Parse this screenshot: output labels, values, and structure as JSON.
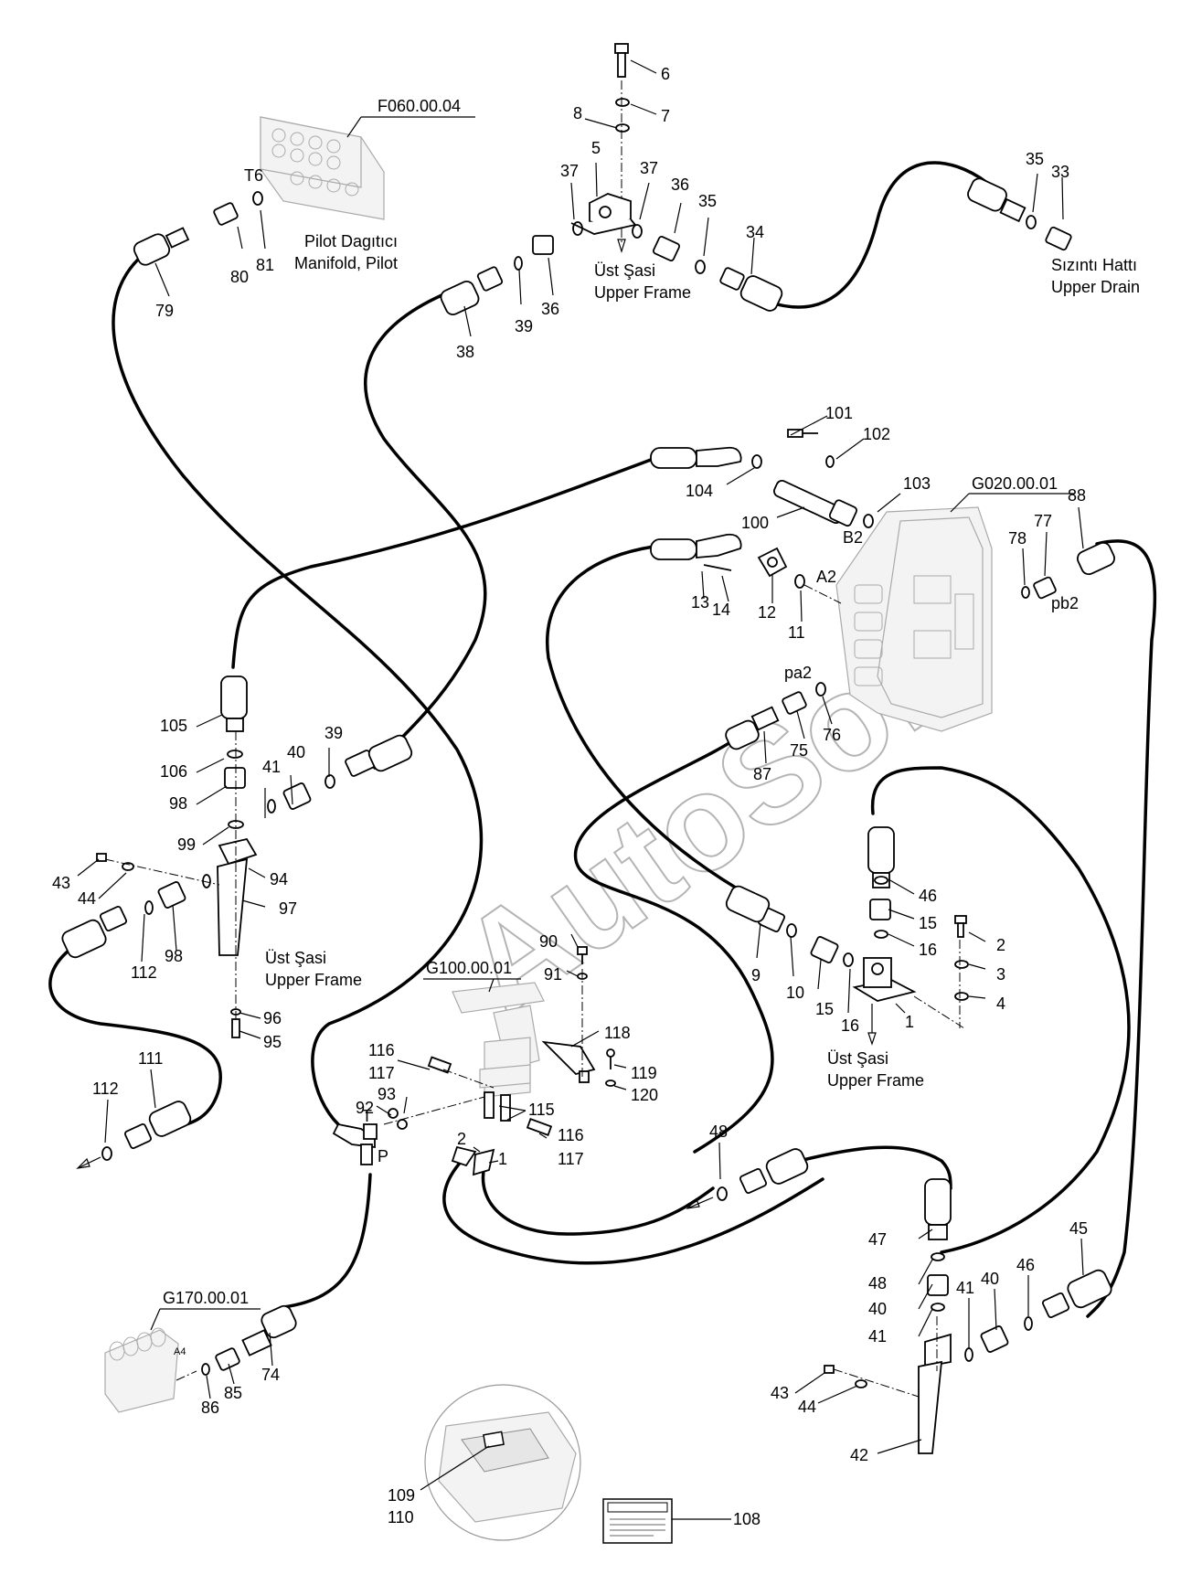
{
  "group_refs": {
    "pilot_manifold": "F060.00.04",
    "control_valve": "G020.00.01",
    "pedal_valve": "G100.00.01",
    "solenoid_block": "G170.00.01"
  },
  "notes": {
    "pilot_manifold_tr": "Pilot Dagıtıcı",
    "pilot_manifold_en": "Manifold, Pilot",
    "frame_tr": "Üst Şasi",
    "frame_en": "Upper Frame",
    "drain_tr": "Sızıntı Hattı",
    "drain_en": "Upper Drain"
  },
  "ports": {
    "t6": "T6",
    "b2": "B2",
    "a2": "A2",
    "pb2": "pb2",
    "pa2": "pa2",
    "a4": "A4",
    "t": "T",
    "p": "P"
  },
  "watermark": "AutoSoft",
  "callouts": {
    "c6": "6",
    "c7": "7",
    "c8": "8",
    "c5": "5",
    "c37a": "37",
    "c37b": "37",
    "c36a": "36",
    "c35a": "35",
    "c34": "34",
    "c35b": "35",
    "c33": "33",
    "c80": "80",
    "c81": "81",
    "c79": "79",
    "c39a": "39",
    "c36b": "36",
    "c38": "38",
    "c101": "101",
    "c102": "102",
    "c104": "104",
    "c103": "103",
    "c100": "100",
    "c88": "88",
    "c78": "78",
    "c77": "77",
    "c13": "13",
    "c14": "14",
    "c12": "12",
    "c11": "11",
    "c75": "75",
    "c76": "76",
    "c87": "87",
    "c105": "105",
    "c106": "106",
    "c98a": "98",
    "c41a": "41",
    "c40a": "40",
    "c39b": "39",
    "c99": "99",
    "c94": "94",
    "c97": "97",
    "c43a": "43",
    "c44a": "44",
    "c112a": "112",
    "c98b": "98",
    "c96": "96",
    "c95": "95",
    "c111": "111",
    "c112b": "112",
    "c46a": "46",
    "c15a": "15",
    "c16a": "16",
    "c2a": "2",
    "c3": "3",
    "c4": "4",
    "c9": "9",
    "c10": "10",
    "c15b": "15",
    "c16b": "16",
    "c1a": "1",
    "c90": "90",
    "c91": "91",
    "c116a": "116",
    "c117a": "117",
    "c118": "118",
    "c119": "119",
    "c120": "120",
    "c93": "93",
    "c92": "92",
    "c115": "115",
    "c116b": "116",
    "c117b": "117",
    "c2b": "2",
    "c1b": "1",
    "c48a": "48",
    "c47": "47",
    "c48b": "48",
    "c40b": "40",
    "c41b": "41",
    "c40c": "40",
    "c41c": "41",
    "c46b": "46",
    "c45": "45",
    "c43b": "43",
    "c44b": "44",
    "c42": "42",
    "c74": "74",
    "c85": "85",
    "c86": "86",
    "c109": "109",
    "c110": "110",
    "c108": "108"
  }
}
